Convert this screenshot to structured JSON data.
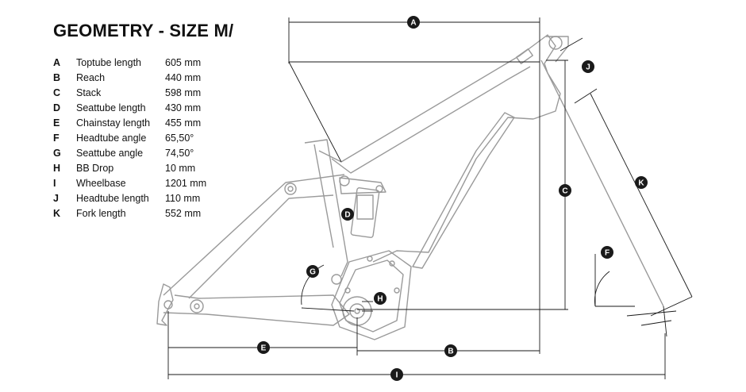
{
  "title": "GEOMETRY - SIZE M/",
  "specs": [
    {
      "letter": "A",
      "label": "Toptube length",
      "value": "605 mm"
    },
    {
      "letter": "B",
      "label": "Reach",
      "value": "440 mm"
    },
    {
      "letter": "C",
      "label": "Stack",
      "value": "598 mm"
    },
    {
      "letter": "D",
      "label": "Seattube length",
      "value": "430 mm"
    },
    {
      "letter": "E",
      "label": "Chainstay length",
      "value": "455 mm"
    },
    {
      "letter": "F",
      "label": "Headtube angle",
      "value": "65,50°"
    },
    {
      "letter": "G",
      "label": "Seattube angle",
      "value": "74,50°"
    },
    {
      "letter": "H",
      "label": "BB Drop",
      "value": "10 mm"
    },
    {
      "letter": "I",
      "label": "Wheelbase",
      "value": "1201 mm"
    },
    {
      "letter": "J",
      "label": "Headtube length",
      "value": "110 mm"
    },
    {
      "letter": "K",
      "label": "Fork length",
      "value": "552 mm"
    }
  ],
  "colors": {
    "frame": "#999999",
    "dim": "#1a1a1a",
    "badge": "#1a1a1a"
  }
}
